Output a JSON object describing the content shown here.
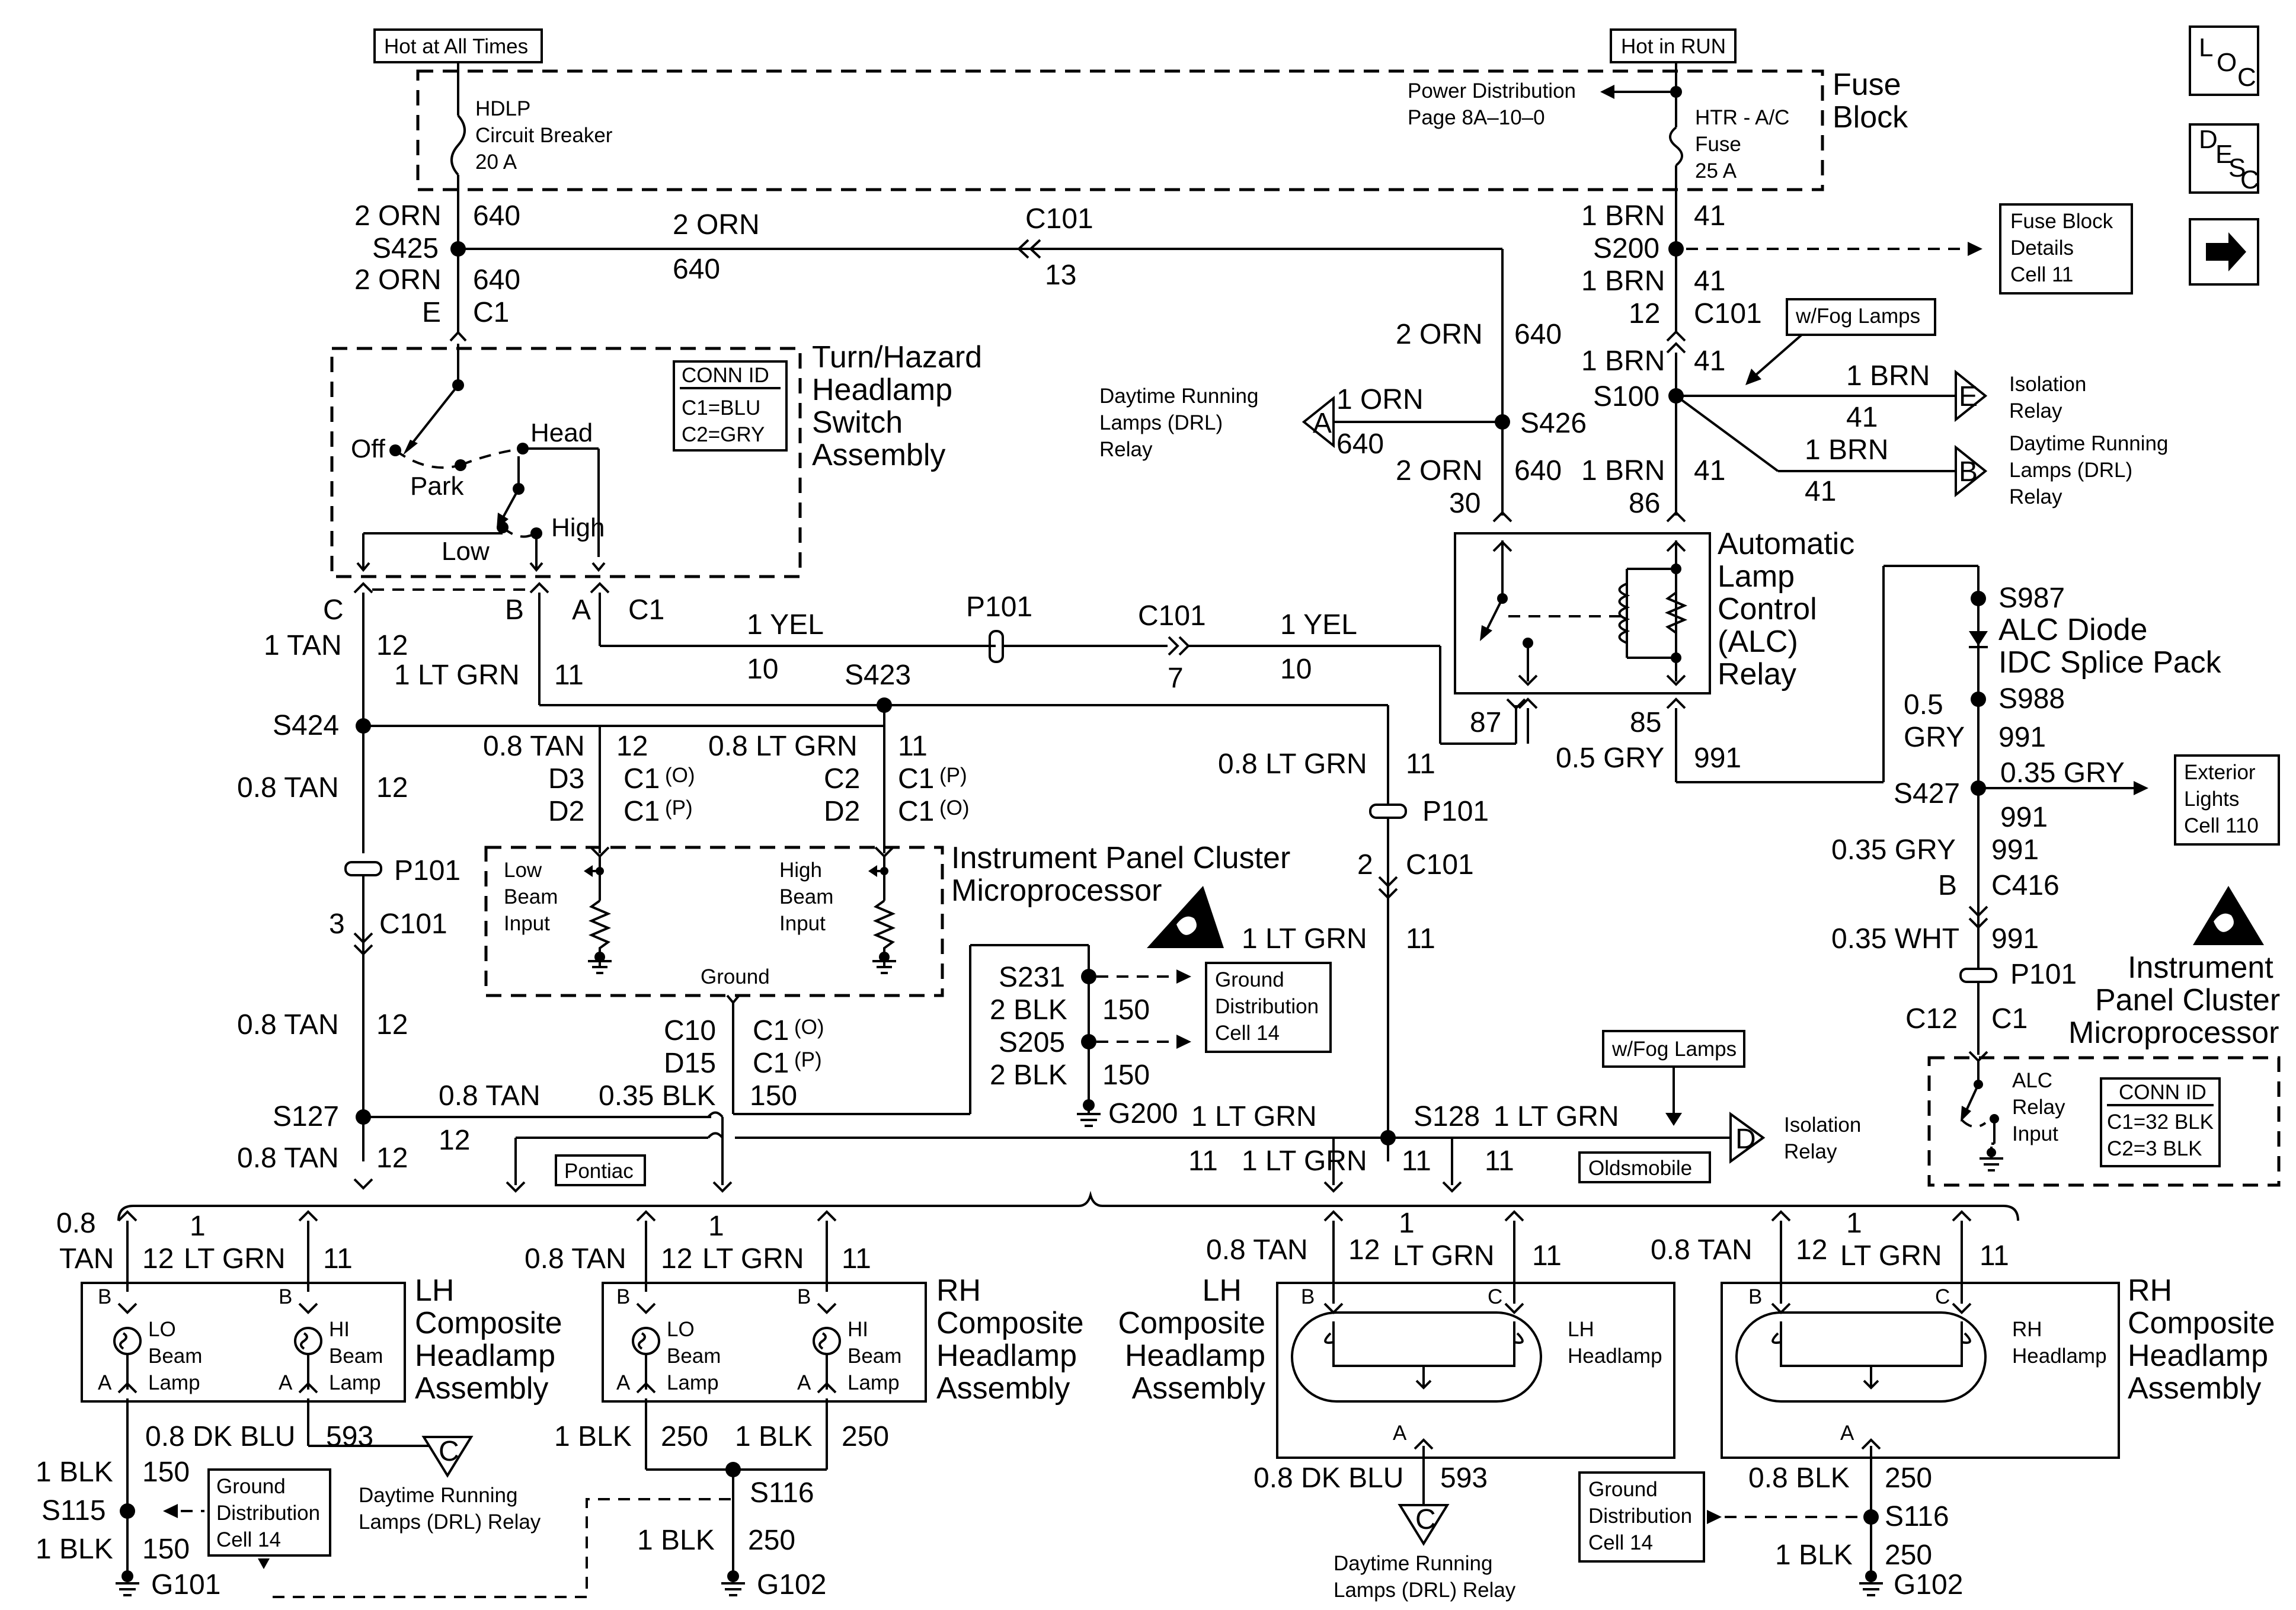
{
  "nav": {
    "loc": "LOC",
    "desc": "DESC",
    "next_icon": "arrow-right-icon"
  },
  "power": {
    "hot_all": "Hot at All Times",
    "hot_run": "Hot in RUN"
  },
  "fuse_block": {
    "title_l1": "Fuse",
    "title_l2": "Block",
    "hdlp_l1": "HDLP",
    "hdlp_l2": "Circuit Breaker",
    "hdlp_l3": "20 A",
    "pd_l1": "Power Distribution",
    "pd_l2": "Page 8A–10–0",
    "htr_l1": "HTR - A/C",
    "htr_l2": "Fuse",
    "htr_l3": "25 A"
  },
  "refs": {
    "fbd_l1": "Fuse Block",
    "fbd_l2": "Details",
    "fbd_l3": "Cell 11",
    "gd_l1": "Ground",
    "gd_l2": "Distribution",
    "gd_l3": "Cell 14",
    "ext_l1": "Exterior",
    "ext_l2": "Lights",
    "ext_l3": "Cell 110",
    "fog": "w/Fog Lamps",
    "pontiac": "Pontiac",
    "olds": "Oldsmobile"
  },
  "relays": {
    "iso_l1": "Isolation",
    "iso_l2": "Relay",
    "drl_l1": "Daytime Running",
    "drl_l2": "Lamps (DRL)",
    "drl_l3": "Relay",
    "drl_a": "Daytime Running",
    "drl_b": "Lamps (DRL) Relay",
    "A": "A",
    "B": "B",
    "C": "C",
    "D": "D",
    "E": "E"
  },
  "switch": {
    "t1": "Turn/Hazard",
    "t2": "Headlamp",
    "t3": "Switch",
    "t4": "Assembly",
    "conn_id": "CONN ID",
    "c1": "C1=BLU",
    "c2": "C2=GRY",
    "off": "Off",
    "park": "Park",
    "head": "Head",
    "high": "High",
    "low": "Low"
  },
  "alc": {
    "t1": "Automatic",
    "t2": "Lamp",
    "t3": "Control",
    "t4": "(ALC)",
    "t5": "Relay",
    "diode_l1": "ALC Diode",
    "diode_l2": "IDC Splice Pack"
  },
  "ipc": {
    "t1": "Instrument Panel Cluster",
    "t2": "Microprocessor",
    "low_l1": "Low",
    "low_l2": "Beam",
    "low_l3": "Input",
    "high_l1": "High",
    "high_l2": "Beam",
    "high_l3": "Input",
    "ground": "Ground",
    "r_t1": "Instrument",
    "r_t2": "Panel Cluster",
    "r_t3": "Microprocessor",
    "alc_l1": "ALC",
    "alc_l2": "Relay",
    "alc_l3": "Input",
    "conn_id": "CONN ID",
    "c1": "C1=32 BLK",
    "c2": "C2=3 BLK"
  },
  "lamps": {
    "lh_comp": [
      "LH",
      "Composite",
      "Headlamp",
      "Assembly"
    ],
    "rh_comp": [
      "RH",
      "Composite",
      "Headlamp",
      "Assembly"
    ],
    "lo_l1": "LO",
    "hi_l1": "HI",
    "beam": "Beam",
    "lamp": "Lamp",
    "lh_head_l1": "LH",
    "rh_head_l1": "RH",
    "headlamp": "Headlamp"
  },
  "labels": {
    "orn2": "2 ORN",
    "n640": "640",
    "s425": "S425",
    "e": "E",
    "c1": "C1",
    "c101": "C101",
    "n13": "13",
    "brn1": "1 BRN",
    "n41": "41",
    "s200": "S200",
    "n12": "12",
    "s100": "S100",
    "s426": "S426",
    "orn1": "1 ORN",
    "n30": "30",
    "n86": "86",
    "n87": "87",
    "n85": "85",
    "tan1": "1 TAN",
    "tan08": "0.8 TAN",
    "ltgrn1": "1 LT GRN",
    "ltgrn08": "0.8 LT GRN",
    "n11": "11",
    "yel1": "1 YEL",
    "n10": "10",
    "n7": "7",
    "p101": "P101",
    "s423": "S423",
    "s424": "S424",
    "d3": "D3",
    "d2": "D2",
    "c2": "C2",
    "c1o": "C1",
    "o": "(O)",
    "p": "(P)",
    "n3": "3",
    "n2": "2",
    "gry05": "0.5 GRY",
    "n991": "991",
    "gry035": "0.35 GRY",
    "wht035": "0.35 WHT",
    "s987": "S987",
    "s988": "S988",
    "s427": "S427",
    "c416": "C416",
    "c12": "C12",
    "b": "B",
    "s231": "S231",
    "s205": "S205",
    "blk2": "2 BLK",
    "n150": "150",
    "g200": "G200",
    "c10": "C10",
    "d15": "D15",
    "blk035": "0.35 BLK",
    "s127": "S127",
    "s128": "S128",
    "dkblu08": "0.8 DK BLU",
    "n593": "593",
    "blk1": "1 BLK",
    "n250": "250",
    "s115": "S115",
    "s116": "S116",
    "g101": "G101",
    "g102": "G102",
    "blk08": "0.8 BLK",
    "n08": "0.8",
    "tan": "TAN",
    "n1": "1",
    "ltgrn": "LT GRN",
    "a": "A",
    "c": "C"
  }
}
